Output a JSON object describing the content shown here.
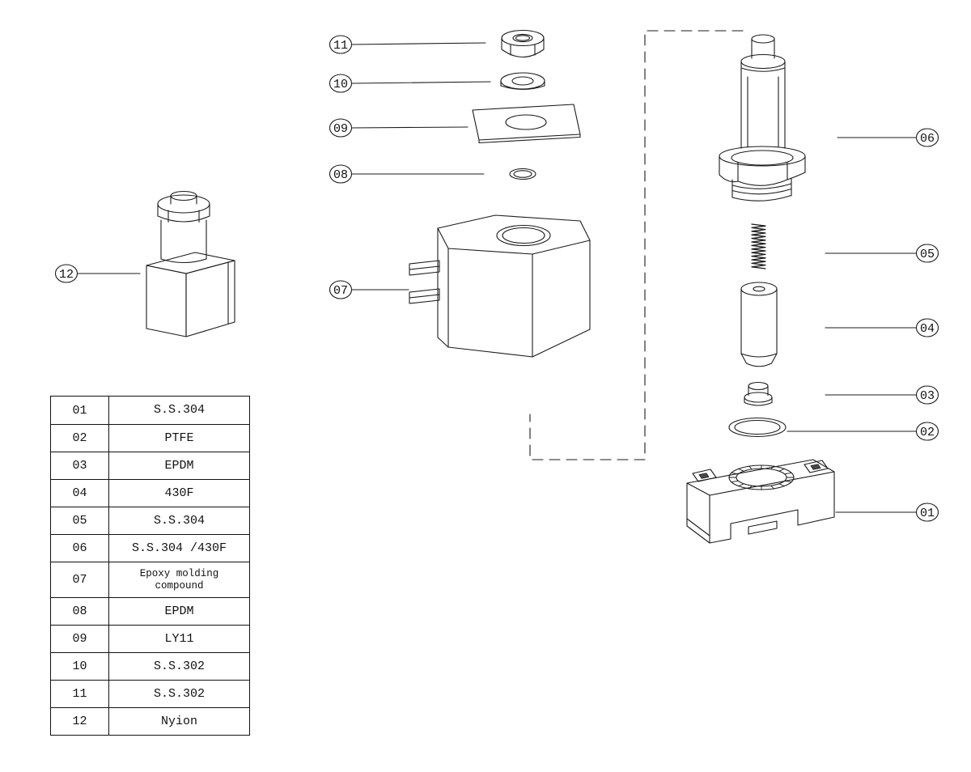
{
  "parts": [
    {
      "id": "01",
      "material": "S.S.304"
    },
    {
      "id": "02",
      "material": "PTFE"
    },
    {
      "id": "03",
      "material": "EPDM"
    },
    {
      "id": "04",
      "material": "430F"
    },
    {
      "id": "05",
      "material": "S.S.304"
    },
    {
      "id": "06",
      "material": "S.S.304 /430F"
    },
    {
      "id": "07",
      "material": "Epoxy molding\ncompound"
    },
    {
      "id": "08",
      "material": "EPDM"
    },
    {
      "id": "09",
      "material": "LY11"
    },
    {
      "id": "10",
      "material": "S.S.302"
    },
    {
      "id": "11",
      "material": "S.S.302"
    },
    {
      "id": "12",
      "material": "Nyion"
    }
  ],
  "colors": {
    "line": "#1b1b1b",
    "background": "#ffffff"
  }
}
